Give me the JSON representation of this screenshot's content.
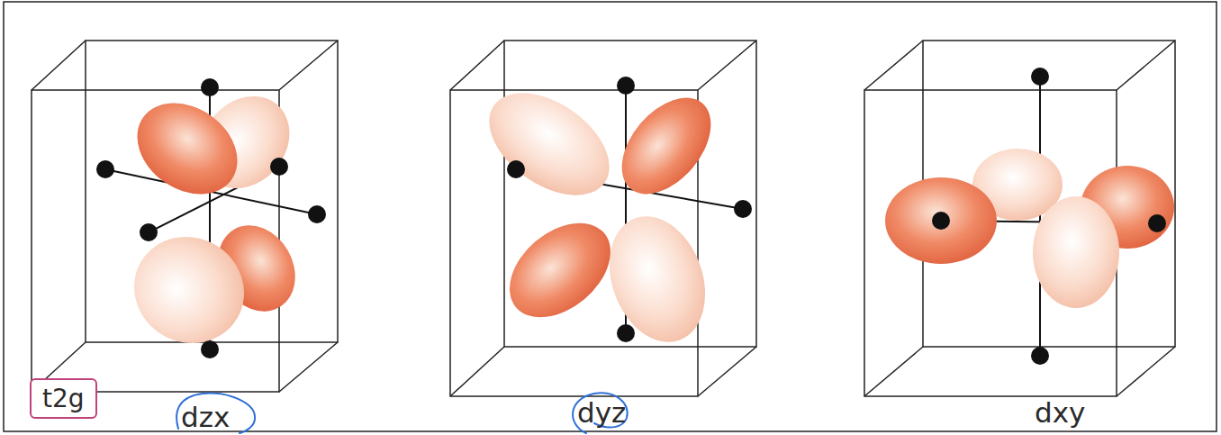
{
  "diagram": {
    "nodes": [
      {
        "text": [
          "t2g"
        ]
      }
    ],
    "labels": [
      "dzx",
      "dyz",
      "dxy"
    ]
  }
}
